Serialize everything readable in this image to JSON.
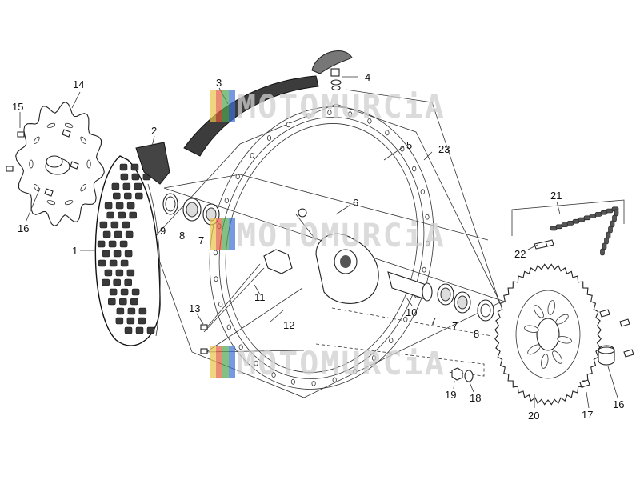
{
  "labels": {
    "l1": "1",
    "l2": "2",
    "l3": "3",
    "l4": "4",
    "l5": "5",
    "l6": "6",
    "l7a": "7",
    "l7b": "7",
    "l7c": "7",
    "l8a": "8",
    "l8b": "8",
    "l9": "9",
    "l10": "10",
    "l11": "11",
    "l12": "12",
    "l13": "13",
    "l14": "14",
    "l15": "15",
    "l16a": "16",
    "l16b": "16",
    "l17": "17",
    "l18": "18",
    "l19": "19",
    "l20": "20",
    "l21": "21",
    "l22": "22",
    "l23": "23"
  },
  "watermark": {
    "text": "MOTOMURCiA",
    "logo_colors": [
      "#e8c34a",
      "#e05a3a",
      "#4fa64f",
      "#3b6fd1"
    ]
  },
  "colors": {
    "line": "#333333",
    "tread": "#3a3a3a",
    "background": "#ffffff"
  }
}
